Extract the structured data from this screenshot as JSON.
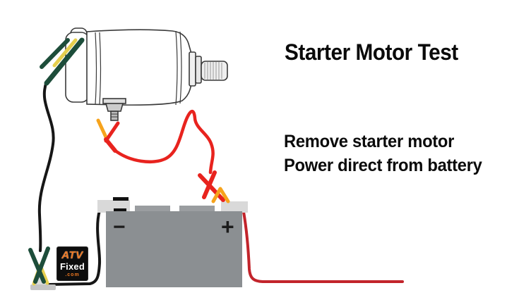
{
  "title": "Starter Motor Test",
  "instructions": {
    "line1": "Remove starter motor",
    "line2": "Power direct from battery"
  },
  "battery": {
    "negative_symbol": "−",
    "positive_symbol": "+"
  },
  "logo": {
    "brand_top": "ATV",
    "brand_bottom": "Fixed",
    "domain": ".com"
  },
  "colors": {
    "wire_red": "#e8231e",
    "wire_red_dark": "#c2242b",
    "wire_black": "#161616",
    "clip_green": "#1d4d3a",
    "clip_yellow": "#e6cf4e",
    "clip_orange": "#f6a31c",
    "battery_body": "#8b8f92",
    "terminal_gray": "#d9d9d9",
    "logo_orange": "#f07820"
  }
}
